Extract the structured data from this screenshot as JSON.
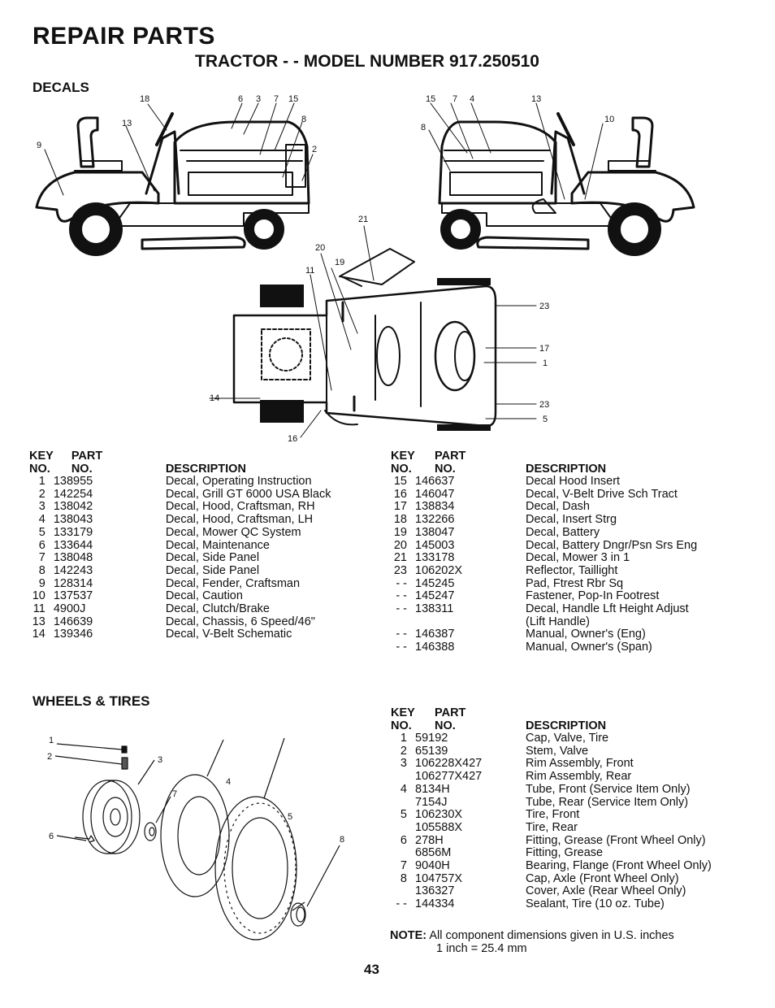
{
  "header": {
    "title": "REPAIR PARTS",
    "subtitle": "TRACTOR - - MODEL NUMBER 917.250510"
  },
  "decals": {
    "section_title": "DECALS",
    "callouts": [
      "18",
      "6",
      "3",
      "7",
      "15",
      "13",
      "8",
      "9",
      "2",
      "15",
      "7",
      "4",
      "13",
      "8",
      "10",
      "21",
      "20",
      "19",
      "11",
      "23",
      "17",
      "1",
      "14",
      "23",
      "5",
      "16"
    ],
    "headers": {
      "key": "KEY\nNO.",
      "key_line1": "KEY",
      "key_line2": "NO.",
      "part_line1": "PART",
      "part_line2": "NO.",
      "description": "DESCRIPTION"
    },
    "left_rows": [
      {
        "key": "1",
        "part": "138955",
        "desc": "Decal, Operating Instruction"
      },
      {
        "key": "2",
        "part": "142254",
        "desc": "Decal, Grill GT 6000 USA Black"
      },
      {
        "key": "3",
        "part": "138042",
        "desc": "Decal, Hood, Craftsman, RH"
      },
      {
        "key": "4",
        "part": "138043",
        "desc": "Decal, Hood, Craftsman, LH"
      },
      {
        "key": "5",
        "part": "133179",
        "desc": "Decal, Mower QC System"
      },
      {
        "key": "6",
        "part": "133644",
        "desc": "Decal, Maintenance"
      },
      {
        "key": "7",
        "part": "138048",
        "desc": "Decal, Side Panel"
      },
      {
        "key": "8",
        "part": "142243",
        "desc": "Decal, Side Panel"
      },
      {
        "key": "9",
        "part": "128314",
        "desc": "Decal, Fender, Craftsman"
      },
      {
        "key": "10",
        "part": "137537",
        "desc": "Decal, Caution"
      },
      {
        "key": "11",
        "part": "4900J",
        "desc": "Decal, Clutch/Brake"
      },
      {
        "key": "13",
        "part": "146639",
        "desc": "Decal, Chassis, 6 Speed/46\""
      },
      {
        "key": "14",
        "part": "139346",
        "desc": "Decal, V-Belt Schematic"
      }
    ],
    "right_rows": [
      {
        "key": "15",
        "part": "146637",
        "desc": "Decal Hood Insert"
      },
      {
        "key": "16",
        "part": "146047",
        "desc": "Decal, V-Belt Drive Sch Tract"
      },
      {
        "key": "17",
        "part": "138834",
        "desc": "Decal, Dash"
      },
      {
        "key": "18",
        "part": "132266",
        "desc": "Decal, Insert Strg"
      },
      {
        "key": "19",
        "part": "138047",
        "desc": "Decal, Battery"
      },
      {
        "key": "20",
        "part": "145003",
        "desc": "Decal, Battery Dngr/Psn Srs Eng"
      },
      {
        "key": "21",
        "part": "133178",
        "desc": "Decal, Mower 3 in 1"
      },
      {
        "key": "23",
        "part": "106202X",
        "desc": "Reflector, Taillight"
      },
      {
        "key": "- -",
        "part": "145245",
        "desc": "Pad, Ftrest Rbr Sq"
      },
      {
        "key": "- -",
        "part": "145247",
        "desc": "Fastener, Pop-In Footrest"
      },
      {
        "key": "- -",
        "part": "138311",
        "desc": "Decal, Handle Lft Height Adjust"
      },
      {
        "key": "",
        "part": "",
        "desc": "(Lift Handle)"
      },
      {
        "key": "- -",
        "part": "146387",
        "desc": "Manual, Owner's (Eng)"
      },
      {
        "key": "- -",
        "part": "146388",
        "desc": "Manual, Owner's (Span)"
      }
    ]
  },
  "wheels": {
    "section_title": "WHEELS & TIRES",
    "callouts": [
      "1",
      "2",
      "3",
      "7",
      "4",
      "5",
      "6",
      "8"
    ],
    "rows": [
      {
        "key": "1",
        "part": "59192",
        "desc": "Cap, Valve, Tire"
      },
      {
        "key": "2",
        "part": "65139",
        "desc": "Stem, Valve"
      },
      {
        "key": "3",
        "part": "106228X427",
        "desc": "Rim Assembly, Front"
      },
      {
        "key": "",
        "part": "106277X427",
        "desc": "Rim Assembly, Rear"
      },
      {
        "key": "4",
        "part": "8134H",
        "desc": "Tube, Front (Service Item Only)"
      },
      {
        "key": "",
        "part": "7154J",
        "desc": "Tube, Rear (Service Item Only)"
      },
      {
        "key": "5",
        "part": "106230X",
        "desc": "Tire, Front"
      },
      {
        "key": "",
        "part": "105588X",
        "desc": "Tire, Rear"
      },
      {
        "key": "6",
        "part": "278H",
        "desc": "Fitting, Grease (Front Wheel Only)"
      },
      {
        "key": "",
        "part": "6856M",
        "desc": "Fitting, Grease"
      },
      {
        "key": "7",
        "part": "9040H",
        "desc": "Bearing, Flange (Front Wheel Only)"
      },
      {
        "key": "8",
        "part": "104757X",
        "desc": "Cap, Axle (Front Wheel Only)"
      },
      {
        "key": "",
        "part": "136327",
        "desc": "Cover, Axle (Rear Wheel Only)"
      },
      {
        "key": "- -",
        "part": "144334",
        "desc": "Sealant, Tire (10 oz. Tube)"
      }
    ]
  },
  "note": {
    "label": "NOTE:",
    "line1": "All component dimensions given in U.S. inches",
    "line2": "1 inch = 25.4 mm"
  },
  "page_number": "43"
}
